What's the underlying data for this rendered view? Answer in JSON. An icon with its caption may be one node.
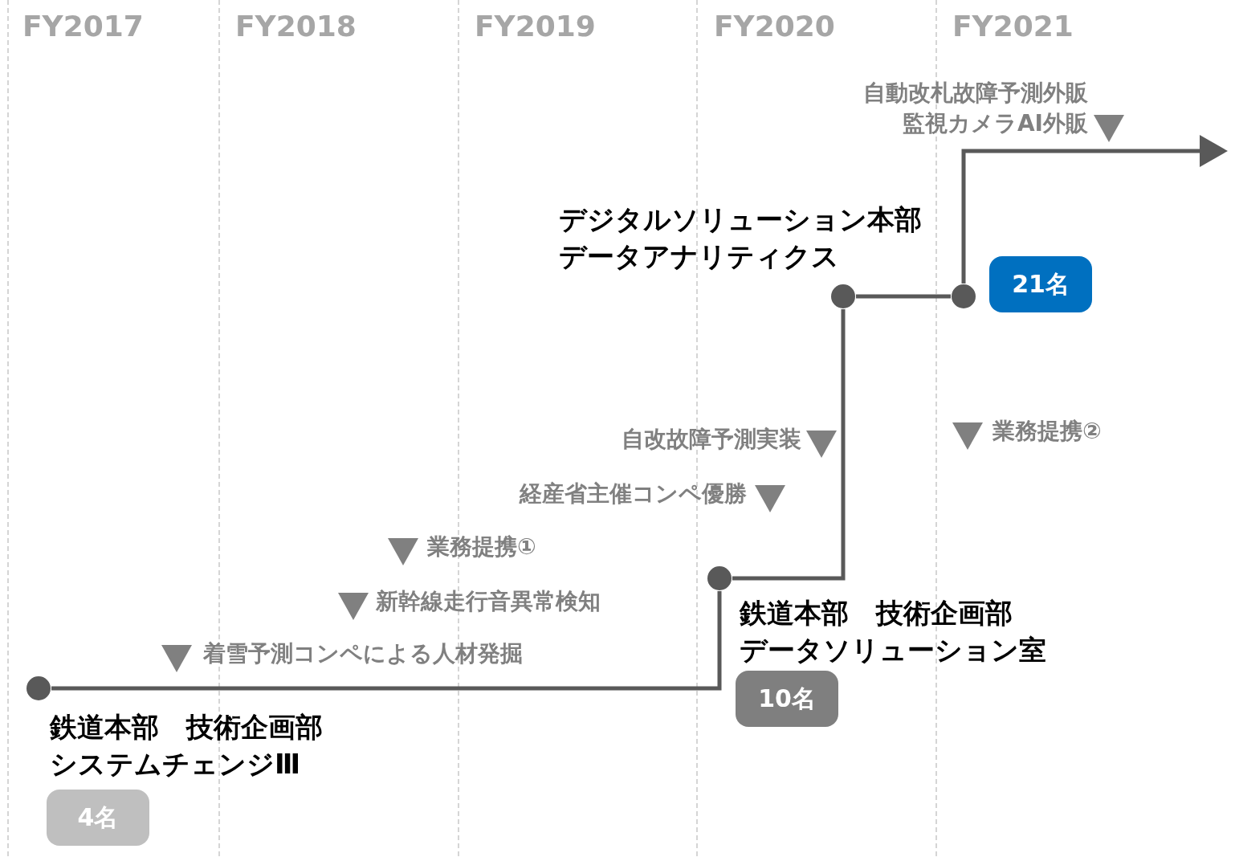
{
  "diagram": {
    "nodes": [
      {
        "text": [],
        "shape": "circle",
        "beside": [
          "鉄道本部　技術企画部システムチェンジⅢ"
        ]
      },
      {
        "text": [
          "4名"
        ]
      },
      {
        "text": [],
        "shape": "circle",
        "beside": [
          "鉄道本部　技術企画部データソリューション室"
        ]
      },
      {
        "text": [
          "10名"
        ]
      },
      {
        "text": [],
        "shape": "circle",
        "beside": [
          "デジタルソリューション本部データアナリティクス"
        ]
      },
      {
        "text": [],
        "shape": "circle"
      },
      {
        "text": [
          "21名"
        ]
      }
    ],
    "edges": [
      {
        "from": 0,
        "to": 2,
        "arrow": "none"
      },
      {
        "from": 2,
        "to": 4,
        "arrow": "none"
      },
      {
        "from": 4,
        "to": 5,
        "arrow": "none"
      },
      {
        "from": 5,
        "to": null,
        "arrow": "to"
      }
    ],
    "labels": [
      "FY2017",
      "FY2018",
      "FY2019",
      "FY2020",
      "FY2021",
      "自動改札故障予測外販",
      "監視カメラAI外販",
      "自改故障予測実装",
      "業務提携②",
      "経産省主催コンペ優勝",
      "業務提携①",
      "新幹線走行音異常検知",
      "着雪予測コンペによる人材発掘"
    ]
  }
}
